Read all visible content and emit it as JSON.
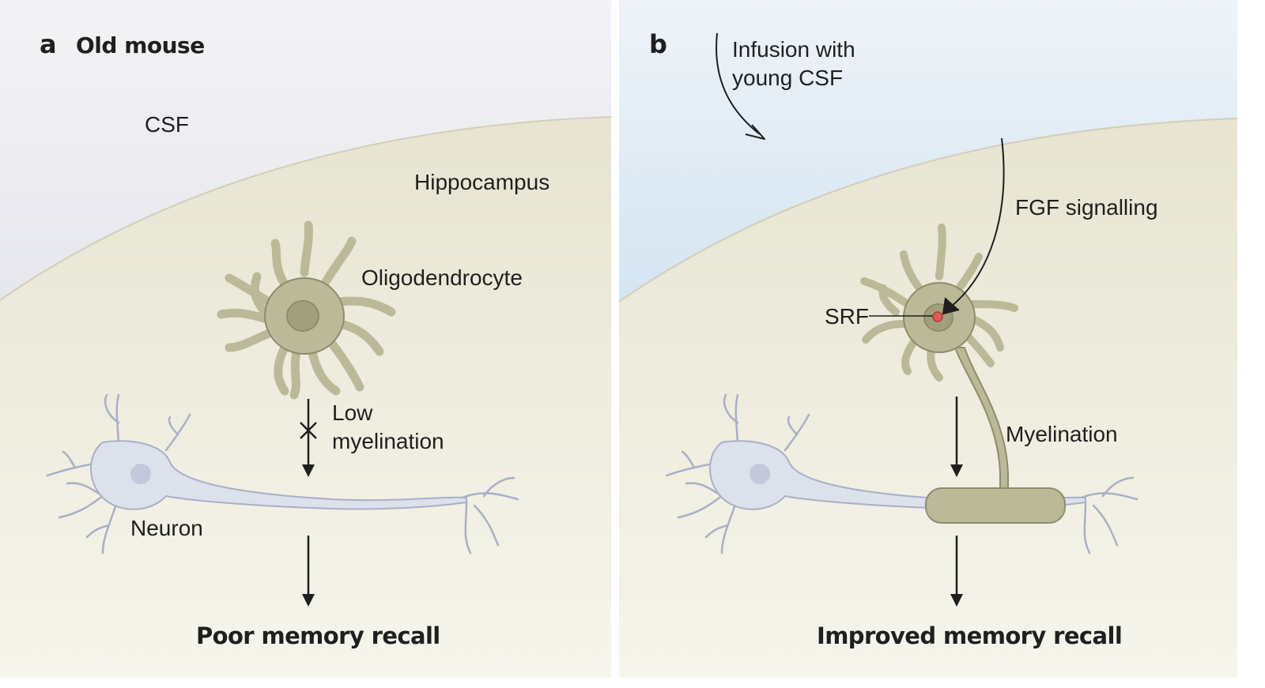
{
  "panel_a": {
    "letter": "a",
    "title": "Old mouse",
    "csf": "CSF",
    "region": "Hippocampus",
    "cell": "Oligodendrocyte",
    "effect_line1": "Low",
    "effect_line2": "myelination",
    "neuron": "Neuron",
    "outcome": "Poor memory recall"
  },
  "panel_b": {
    "letter": "b",
    "infusion_line1": "Infusion with",
    "infusion_line2": "young CSF",
    "signal": "FGF signalling",
    "factor": "SRF",
    "effect": "Myelination",
    "outcome": "Improved memory recall"
  },
  "colors": {
    "tissue": "#eeecde",
    "csf_old": "#d9dbe7",
    "csf_young": "#b7d6ec",
    "cell_fill": "#bbb998",
    "neuron_fill": "#dde1ec",
    "srf_dot": "#e05a5a",
    "text": "#1f1f1f"
  },
  "icons": [
    "arrow-down-icon",
    "blocked-x-icon",
    "curved-arrow-icon"
  ]
}
